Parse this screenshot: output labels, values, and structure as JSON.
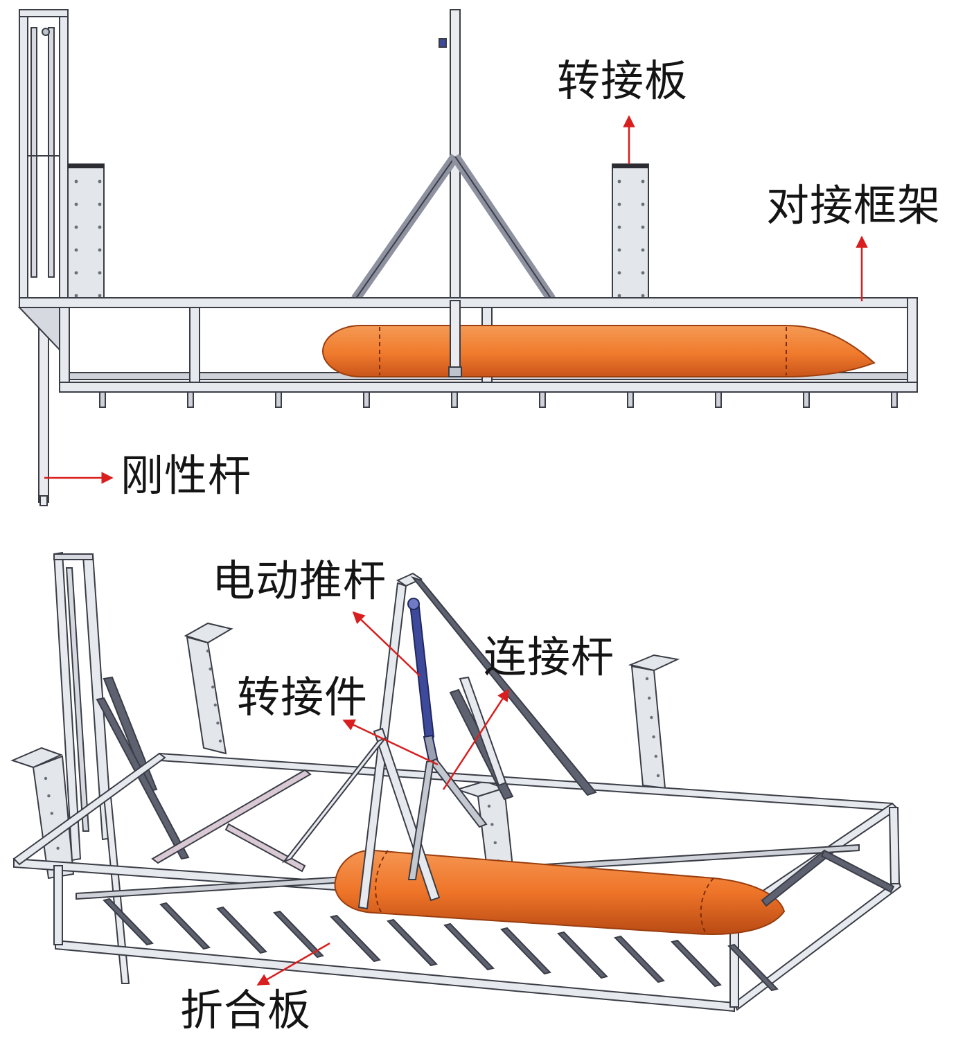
{
  "labels": {
    "adapter_plate": "转接板",
    "docking_frame": "对接框架",
    "rigid_rod": "刚性杆",
    "electric_pusher": "电动推杆",
    "connecting_rod": "连接杆",
    "adapter_piece": "转接件",
    "folding_plate": "折合板"
  },
  "colors": {
    "frame_light": "#e6e9ee",
    "frame_dark": "#5e6270",
    "frame_stroke": "#3a3d46",
    "plate": "#e3e6ea",
    "capsule": "#f07a2c",
    "capsule_dark": "#c9541a",
    "pusher": "#3d4a9c",
    "arrow": "#d81e1e"
  }
}
